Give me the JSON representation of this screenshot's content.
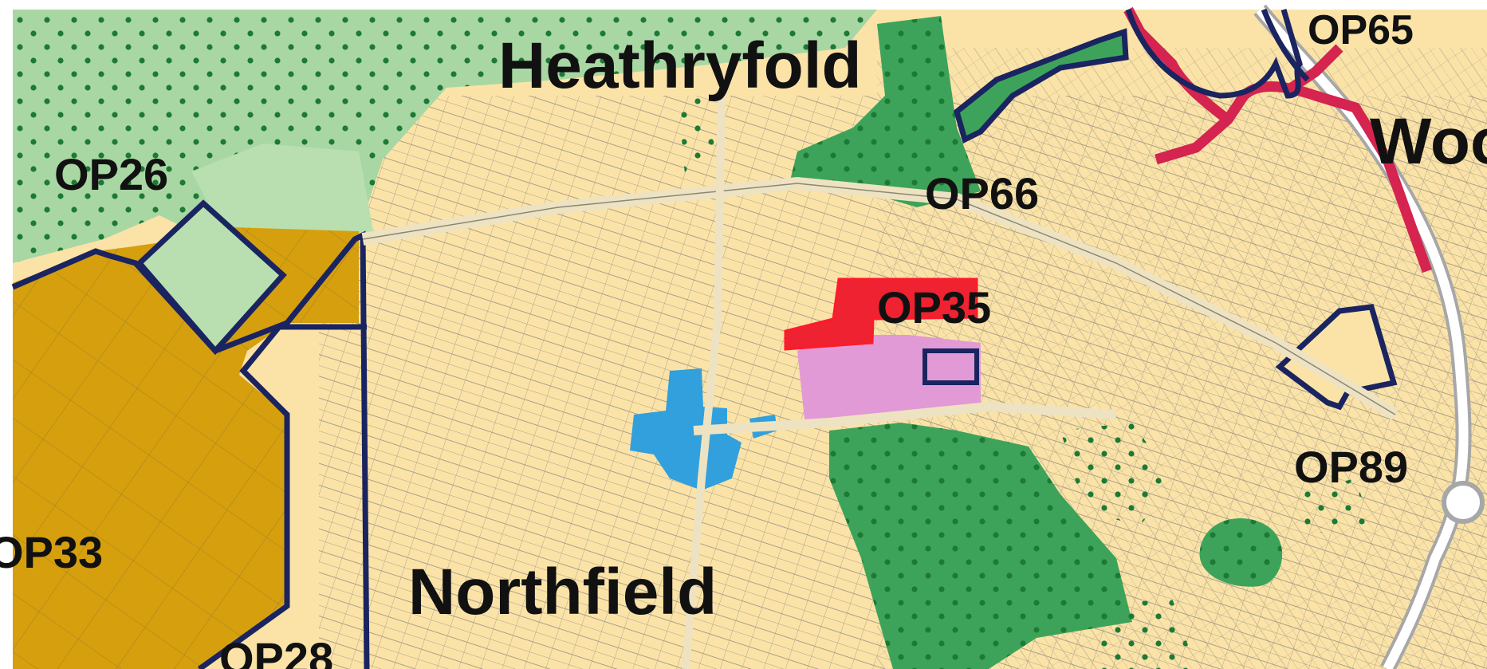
{
  "colors": {
    "background": "#fbe3a8",
    "greenbelt_light": "#a9d7a4",
    "greenspace_dark": "#3ea35a",
    "opportunity_orange": "#d69f0e",
    "town_centre_pink": "#e29ad6",
    "red_site": "#ee2230",
    "blue_site": "#32a0dc",
    "boundary_navy": "#1a2460",
    "road_red": "#d4244f",
    "street_lines": "#8c8676"
  },
  "labels": {
    "heathryfold": "Heathryfold",
    "northfield": "Northfield",
    "woodside_partial": "Woo",
    "op26": "OP26",
    "op33": "OP33",
    "op28": "OP28",
    "op35": "OP35",
    "op65": "OP65",
    "op66": "OP66",
    "op89": "OP89"
  }
}
